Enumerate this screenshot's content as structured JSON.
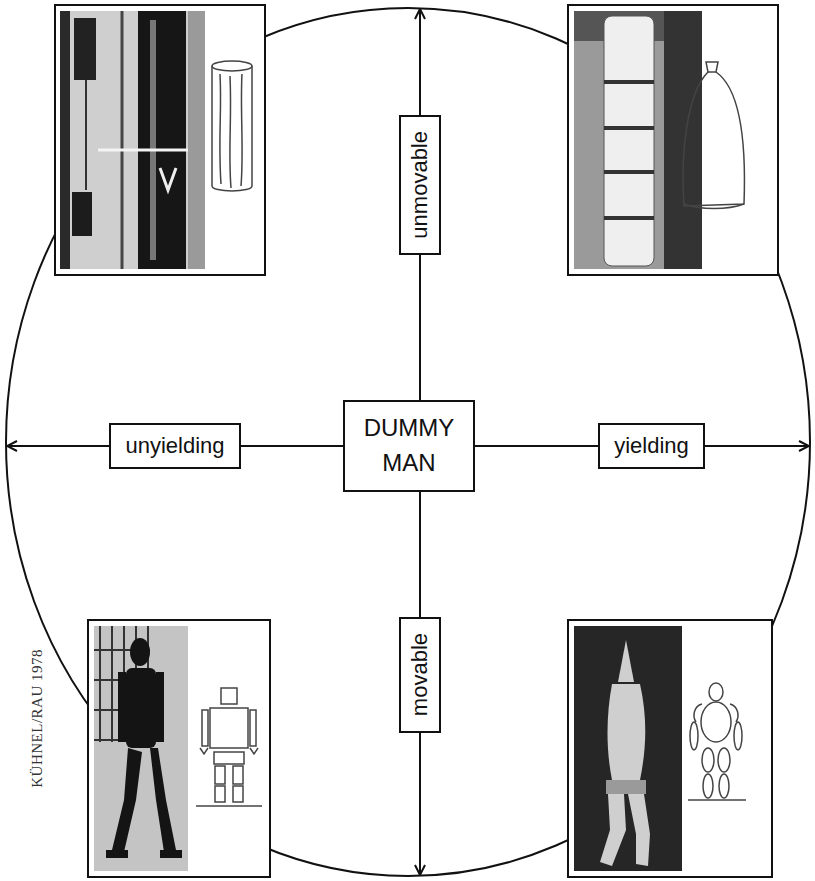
{
  "diagram": {
    "nodes": [
      {
        "text": [
          "unmovable"
        ]
      },
      {
        "text": [
          "unyielding"
        ]
      },
      {
        "text": [
          "DUMMY MAN"
        ]
      },
      {
        "text": [
          "yielding"
        ]
      },
      {
        "text": [
          "movable"
        ]
      }
    ],
    "edges": [
      {
        "from": 2,
        "to": 0,
        "arrow": "none"
      },
      {
        "from": 2,
        "to": 1,
        "arrow": "none"
      },
      {
        "from": 2,
        "to": 3,
        "arrow": "none"
      },
      {
        "from": 2,
        "to": 4,
        "arrow": "none"
      }
    ],
    "labels": [
      "KÜHNEL/RAU 1978"
    ]
  }
}
